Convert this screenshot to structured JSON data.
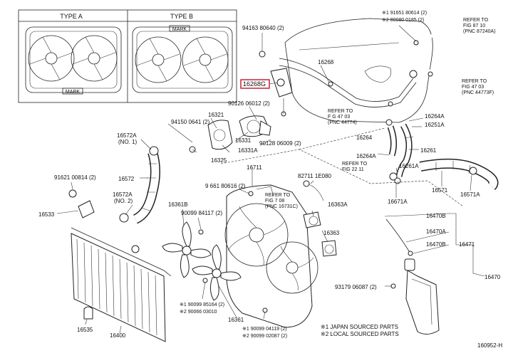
{
  "insets": {
    "type_a": "TYPE A",
    "type_b": "TYPE B",
    "mark": "MARK"
  },
  "labels": {
    "p94163": "94163  80640 (2)",
    "p16268g": "16268G",
    "p16268": "16268",
    "p90126": "90126  06012 (2)",
    "p94150": "94150  0641 (2)",
    "p16321": "16321",
    "p16331": "16331",
    "p16331a": "16331A",
    "p16325": "16325",
    "p90128": "90128  06009 (2)",
    "p16572a_1": "16572A",
    "p16572a_1b": "(NO. 1)",
    "p16572": "16572",
    "p91621": "91621  00814 (2)",
    "p16572a_2": "16572A",
    "p16572a_2b": "(NO. 2)",
    "p16533": "16533",
    "p16711": "16711",
    "p82711": "82711  1E080",
    "p91661": "9 661  80616 (2)",
    "ref1": "REFER TO",
    "ref1b": "FIG 7 08",
    "ref1c": "(PNC 16731C)",
    "p16363a": "16363A",
    "p16361b": "16361B",
    "p90099": "90099  84117 (2)",
    "p16363": "16363",
    "p16361": "16361",
    "n1a": "※1  90099  85164 (2)",
    "n1b": "※2  90066  03010",
    "n2a": "※1  90099  04119 (2)",
    "n2b": "※2  90099  02087 (2)",
    "p16535": "16535",
    "p16400": "16400",
    "r1": "※1 91651  80614 (2)",
    "r2": "※2 80080  0185 (2)",
    "ref2": "REFER TO",
    "ref2b": "FIG 87 10",
    "ref2c": "(PNC 87240A)",
    "ref3": "REFER TO",
    "ref3b": "FIG 47 03",
    "ref3c": "(PNC 44773F)",
    "ref4": "REFER TO",
    "ref4b": "F G 47 03",
    "ref4c": "(PNC 44774)",
    "p16264a_1": "16264A",
    "p16251a": "16251A",
    "p16264": "16264",
    "p16261": "16261",
    "p16264a_2": "16264A",
    "ref5": "REFER TO",
    "ref5b": "FIG 22 11",
    "p16261a": "16261A",
    "p16671a": "16671A",
    "p16571": "16571",
    "p16571a": "16571A",
    "p16470b_1": "16470B",
    "p16470a": "16470A",
    "p16470b_2": "16470B",
    "p16471": "16471",
    "p16470": "16470",
    "p93179": "93179  06087 (2)"
  },
  "legend": {
    "l1": "※1  JAPAN  SOURCED PARTS",
    "l2": "※2  LOCAL  SOURCED PARTS"
  },
  "diagram_id": "160952-H",
  "colors": {
    "highlight": "#c8102e",
    "ink": "#222222"
  }
}
